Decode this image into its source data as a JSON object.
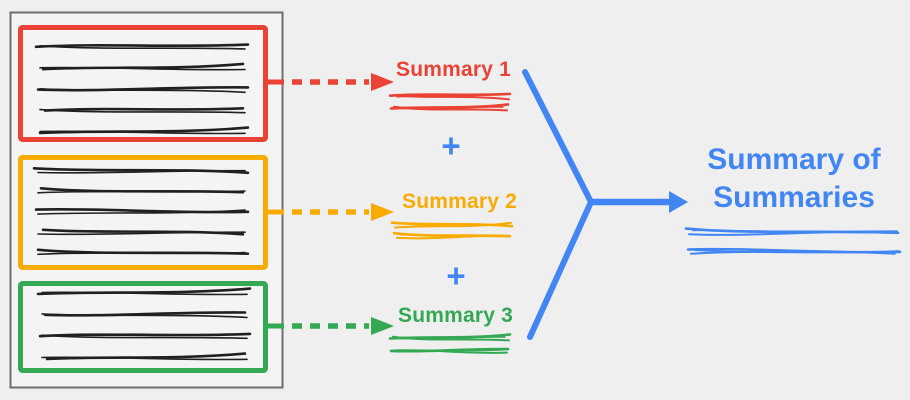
{
  "diagram": {
    "background": "#EFEFEF",
    "document": {
      "fill": "#F4F4F4",
      "border_color": "#6E6E6E",
      "ink_color": "#202020",
      "sections": [
        {
          "color": "#EA4335",
          "text_lines": 5
        },
        {
          "color": "#FAAB00",
          "text_lines": 5
        },
        {
          "color": "#34A853",
          "text_lines": 4
        }
      ]
    },
    "summaries": [
      {
        "label": "Summary 1",
        "color": "#EA4335"
      },
      {
        "label": "Summary 2",
        "color": "#FAAB00"
      },
      {
        "label": "Summary 3",
        "color": "#34A853"
      }
    ],
    "plus_1": "+",
    "plus_2": "+",
    "plus_color": "#4285F4",
    "result": {
      "label": "Summary of Summaries",
      "color": "#4285F4"
    },
    "merge_arrow_color": "#4285F4"
  }
}
